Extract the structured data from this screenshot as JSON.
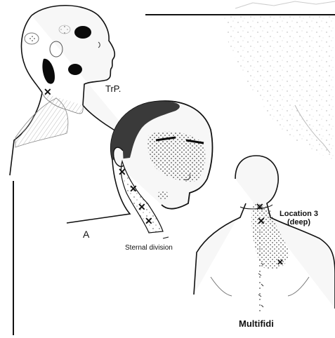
{
  "labels": {
    "trp": "TrP.",
    "figure_letter": "A",
    "sternal_division": "Sternal division",
    "location_line1": "Location 3",
    "location_line2": "(deep)",
    "muscle_name": "Multifidi"
  },
  "colors": {
    "ink": "#111111",
    "pain_stipple": "#222222",
    "skin": "#f7f7f7",
    "hatch": "#bdbdbd",
    "background": "#ffffff"
  }
}
